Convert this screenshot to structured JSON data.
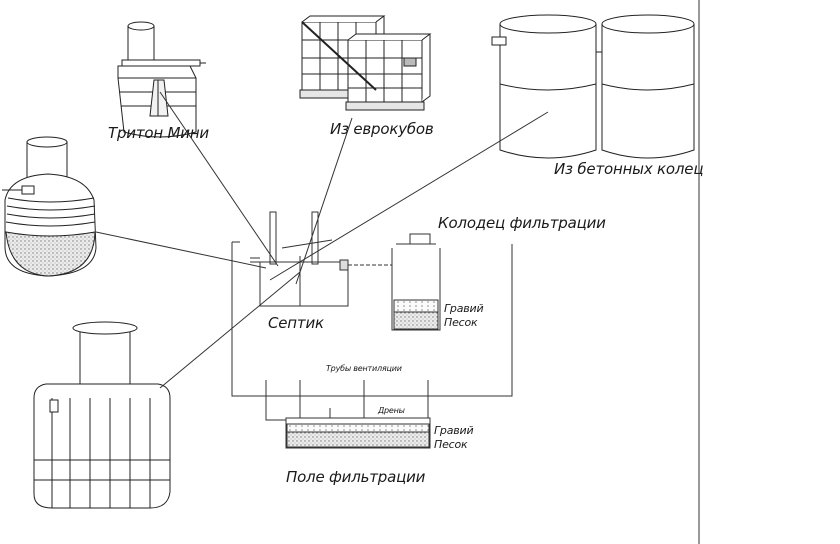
{
  "labels": {
    "triton_mini": "Тритон Мини",
    "eurocubes": "Из еврокубов",
    "concrete_rings": "Из бетонных колец",
    "filtration_well": "Колодец фильтрации",
    "septic": "Септик",
    "well_gravel": "Гравий",
    "well_sand": "Песок",
    "vent_pipes": "Трубы вентиляции",
    "drains": "Дрены",
    "field_gravel": "Гравий",
    "field_sand": "Песок",
    "filtration_field": "Поле фильтрации"
  },
  "colors": {
    "line": "#222222",
    "sand": "#d6d6d6"
  }
}
